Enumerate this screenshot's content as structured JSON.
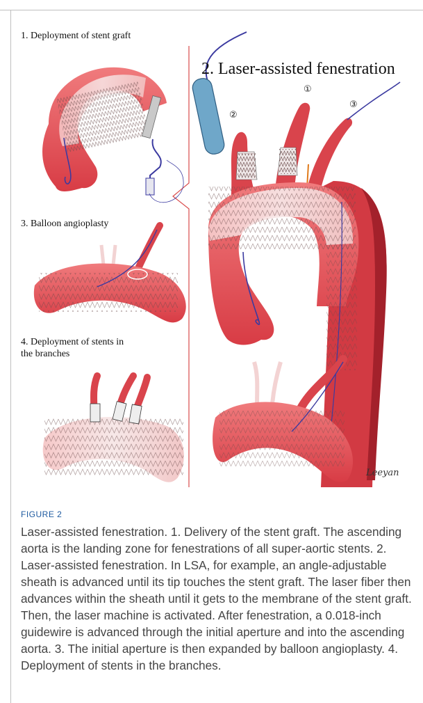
{
  "figure": {
    "panel1_title": "1. Deployment of stent graft",
    "panel2_title": "2. Laser-assisted fenestration",
    "panel3_title": "3. Balloon angioplasty",
    "panel4_title": "4. Deployment of stents in the branches",
    "branch_marker_1": "①",
    "branch_marker_2": "②",
    "branch_marker_3": "③",
    "signature": "Leeyan"
  },
  "caption": {
    "label": "FIGURE 2",
    "text": "Laser-assisted fenestration. 1. Delivery of the stent graft. The ascending aorta is the landing zone for fenestrations of all super-aortic stents. 2. Laser-assisted fenestration. In LSA, for example, an angle-adjustable sheath is advanced until its tip touches the stent graft. The laser fiber then advances within the sheath until it gets to the membrane of the stent graft. Then, the laser machine is activated. After fenestration, a 0.018-inch guidewire is advanced through the initial aperture and into the ascending aorta. 3. The initial aperture is then expanded by balloon angioplasty. 4. Deployment of stents in the branches."
  },
  "colors": {
    "vessel": "#e8565a",
    "vessel_dark": "#b92a33",
    "stent_fabric": "#f3d6d6",
    "wire": "#3b3aa0",
    "divider": "#d94a4a",
    "caption_label": "#1e5aa0"
  }
}
